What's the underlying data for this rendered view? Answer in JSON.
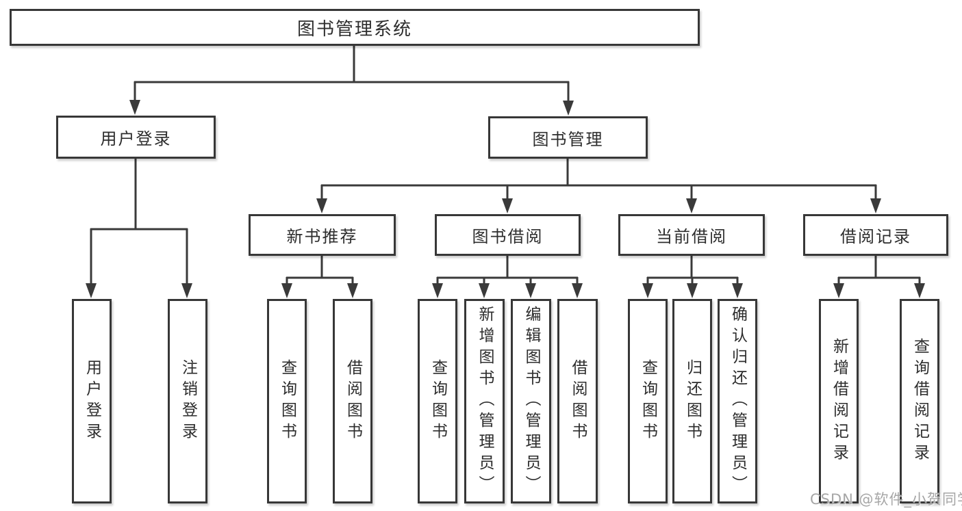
{
  "diagram": {
    "root": {
      "label": "图书管理系统"
    },
    "branches": [
      {
        "label": "用户登录",
        "children": [
          {
            "label": "用户登录"
          },
          {
            "label": "注销登录"
          }
        ]
      },
      {
        "label": "图书管理",
        "children": [
          {
            "label": "新书推荐",
            "children": [
              {
                "label": "查询图书"
              },
              {
                "label": "借阅图书"
              }
            ]
          },
          {
            "label": "图书借阅",
            "children": [
              {
                "label": "查询图书"
              },
              {
                "label": "新增图书（管理员）"
              },
              {
                "label": "编辑图书（管理员）"
              },
              {
                "label": "借阅图书"
              }
            ]
          },
          {
            "label": "当前借阅",
            "children": [
              {
                "label": "查询图书"
              },
              {
                "label": "归还图书"
              },
              {
                "label": "确认归还（管理员）"
              }
            ]
          },
          {
            "label": "借阅记录",
            "children": [
              {
                "label": "新增借阅记录"
              },
              {
                "label": "查询借阅记录"
              }
            ]
          }
        ]
      }
    ]
  },
  "watermark": {
    "text": "CSDN @软件_小贺同学"
  },
  "colors": {
    "line": "#3a3a3a",
    "box_border": "#373737",
    "text": "#2d2d2d",
    "background": "#ffffff",
    "watermark": "#a6a6a6"
  }
}
